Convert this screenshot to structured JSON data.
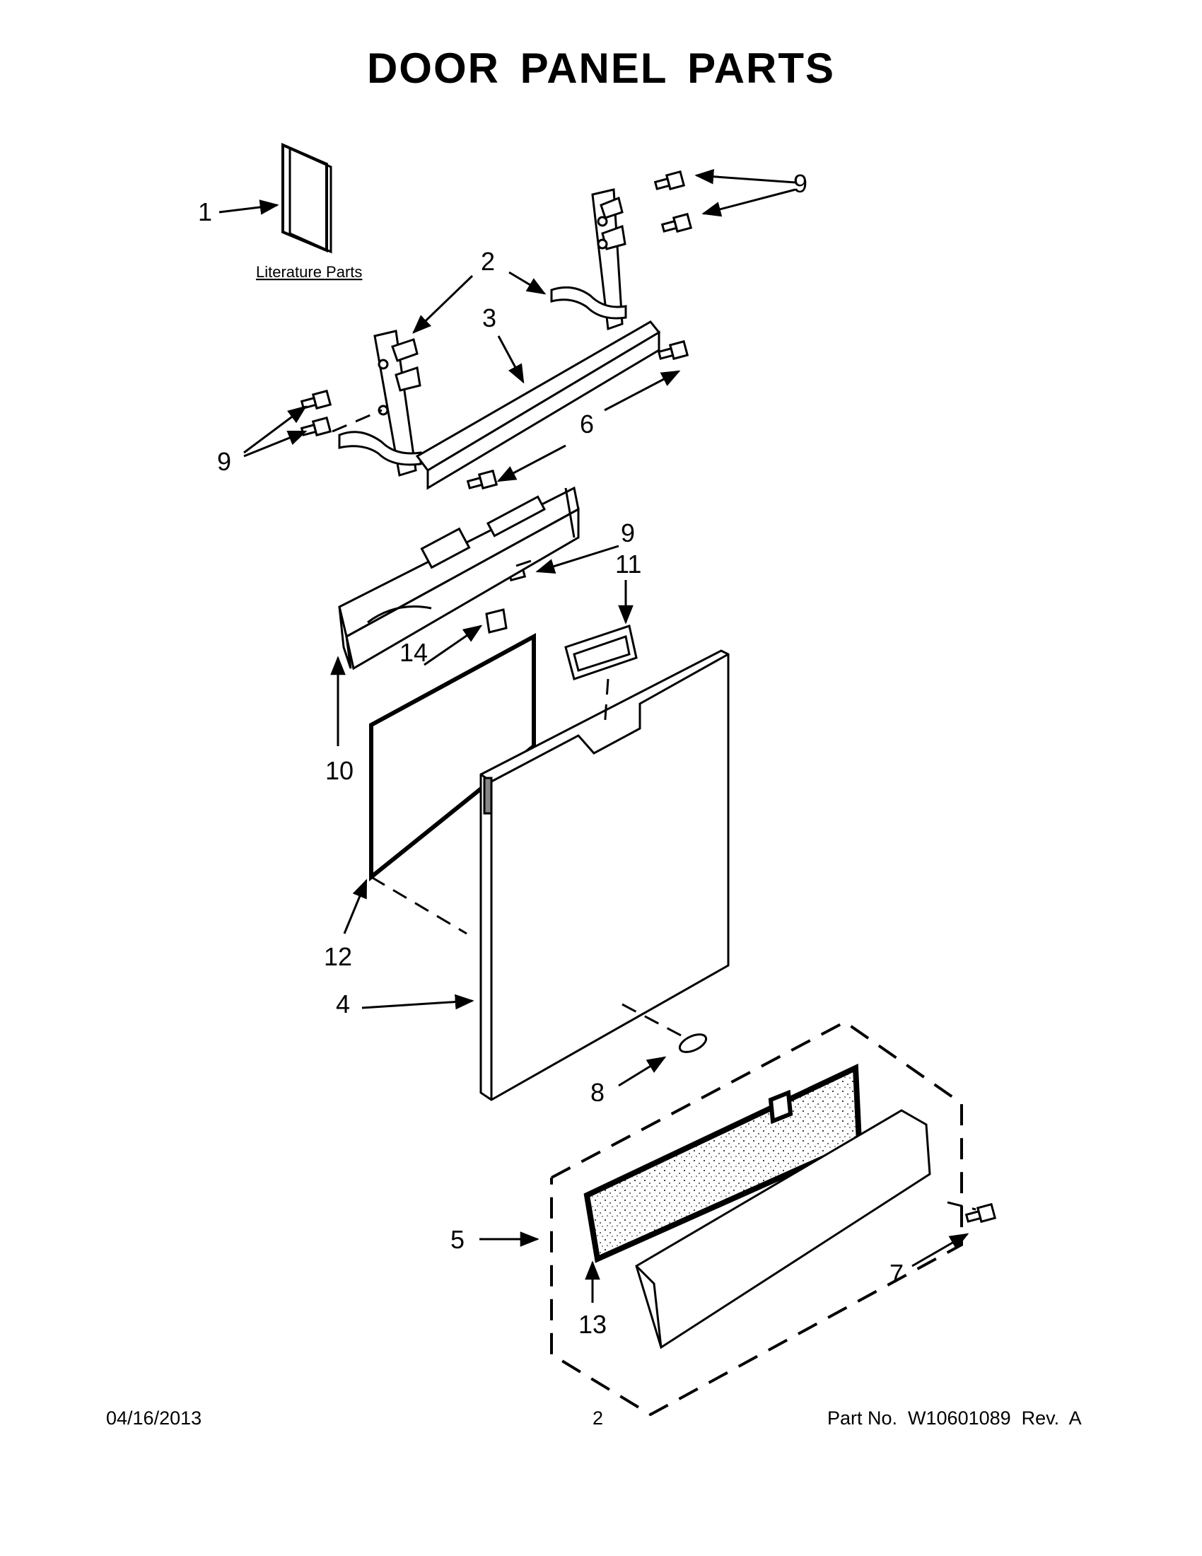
{
  "title": "DOOR PANEL PARTS",
  "literature_label": "Literature Parts",
  "callouts": {
    "c1": "1",
    "c2": "2",
    "c3": "3",
    "c4": "4",
    "c5": "5",
    "c6": "6",
    "c7": "7",
    "c8": "8",
    "c9a": "9",
    "c9b": "9",
    "c9c": "9",
    "c10": "10",
    "c11": "11",
    "c12": "12",
    "c13": "13",
    "c14": "14"
  },
  "footer": {
    "date": "04/16/2013",
    "page": "2",
    "part": "Part No.  W10601089  Rev.  A"
  }
}
